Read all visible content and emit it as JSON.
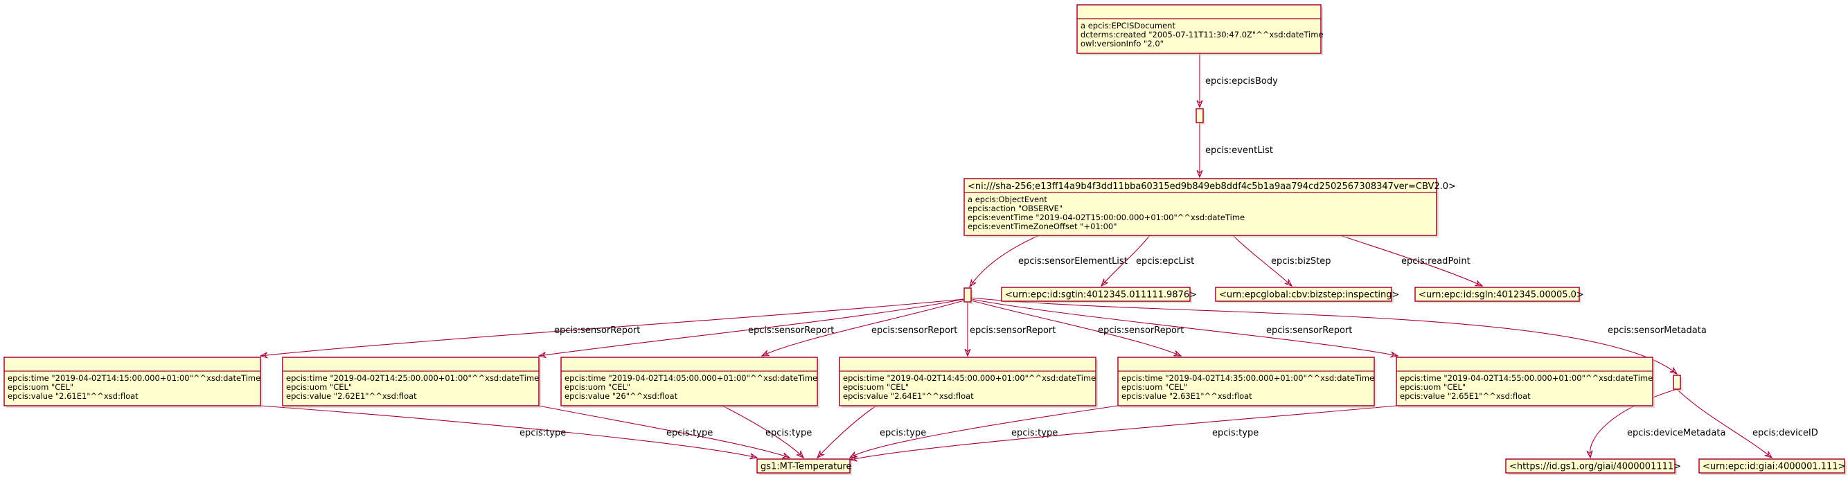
{
  "nodes": {
    "epcis_document": {
      "title": "",
      "props": [
        "a epcis:EPCISDocument",
        "dcterms:created \"2005-07-11T11:30:47.0Z\"^^xsd:dateTime",
        "owl:versionInfo \"2.0\""
      ]
    },
    "blank_body": {
      "title": "",
      "props": []
    },
    "object_event": {
      "title": "<ni:///sha-256;e13ff14a9b4f3dd11bba60315ed9b849eb8ddf4c5b1a9aa794cd2502567308347ver=CBV2.0>",
      "props": [
        "a epcis:ObjectEvent",
        "epcis:action \"OBSERVE\"",
        "epcis:eventTime \"2019-04-02T15:00:00.000+01:00\"^^xsd:dateTime",
        "epcis:eventTimeZoneOffset \"+01:00\""
      ]
    },
    "sensor_element": {
      "title": "",
      "props": []
    },
    "epc_sgtin": {
      "title": "<urn:epc:id:sgtin:4012345.011111.9876>",
      "props": []
    },
    "bizstep": {
      "title": "<urn:epcglobal:cbv:bizstep:inspecting>",
      "props": []
    },
    "readpoint": {
      "title": "<urn:epc:id:sgln:4012345.00005.0>",
      "props": []
    },
    "report_1": {
      "title": "",
      "props": [
        "epcis:time \"2019-04-02T14:15:00.000+01:00\"^^xsd:dateTime",
        "epcis:uom \"CEL\"",
        "epcis:value \"2.61E1\"^^xsd:float"
      ]
    },
    "report_2": {
      "title": "",
      "props": [
        "epcis:time \"2019-04-02T14:25:00.000+01:00\"^^xsd:dateTime",
        "epcis:uom \"CEL\"",
        "epcis:value \"2.62E1\"^^xsd:float"
      ]
    },
    "report_3": {
      "title": "",
      "props": [
        "epcis:time \"2019-04-02T14:05:00.000+01:00\"^^xsd:dateTime",
        "epcis:uom \"CEL\"",
        "epcis:value \"26\"^^xsd:float"
      ]
    },
    "report_4": {
      "title": "",
      "props": [
        "epcis:time \"2019-04-02T14:45:00.000+01:00\"^^xsd:dateTime",
        "epcis:uom \"CEL\"",
        "epcis:value \"2.64E1\"^^xsd:float"
      ]
    },
    "report_5": {
      "title": "",
      "props": [
        "epcis:time \"2019-04-02T14:35:00.000+01:00\"^^xsd:dateTime",
        "epcis:uom \"CEL\"",
        "epcis:value \"2.63E1\"^^xsd:float"
      ]
    },
    "report_6": {
      "title": "",
      "props": [
        "epcis:time \"2019-04-02T14:55:00.000+01:00\"^^xsd:dateTime",
        "epcis:uom \"CEL\"",
        "epcis:value \"2.65E1\"^^xsd:float"
      ]
    },
    "sensor_metadata": {
      "title": "",
      "props": []
    },
    "mt_temperature": {
      "title": "gs1:MT-Temperature",
      "props": []
    },
    "device_metadata": {
      "title": "<https://id.gs1.org/giai/4000001111>",
      "props": []
    },
    "device_id": {
      "title": "<urn:epc:id:giai:4000001.111>",
      "props": []
    }
  },
  "edges": [
    {
      "id": "e_body",
      "label": "epcis:epcisBody"
    },
    {
      "id": "e_eventlist",
      "label": "epcis:eventList"
    },
    {
      "id": "e_sensorlist",
      "label": "epcis:sensorElementList"
    },
    {
      "id": "e_epclist",
      "label": "epcis:epcList"
    },
    {
      "id": "e_bizstep",
      "label": "epcis:bizStep"
    },
    {
      "id": "e_readpoint",
      "label": "epcis:readPoint"
    },
    {
      "id": "e_sr1",
      "label": "epcis:sensorReport"
    },
    {
      "id": "e_sr2",
      "label": "epcis:sensorReport"
    },
    {
      "id": "e_sr3",
      "label": "epcis:sensorReport"
    },
    {
      "id": "e_sr4",
      "label": "epcis:sensorReport"
    },
    {
      "id": "e_sr5",
      "label": "epcis:sensorReport"
    },
    {
      "id": "e_sr6",
      "label": "epcis:sensorReport"
    },
    {
      "id": "e_meta",
      "label": "epcis:sensorMetadata"
    },
    {
      "id": "e_type1",
      "label": "epcis:type"
    },
    {
      "id": "e_type2",
      "label": "epcis:type"
    },
    {
      "id": "e_type3",
      "label": "epcis:type"
    },
    {
      "id": "e_type4",
      "label": "epcis:type"
    },
    {
      "id": "e_type5",
      "label": "epcis:type"
    },
    {
      "id": "e_type6",
      "label": "epcis:type"
    },
    {
      "id": "e_devmeta",
      "label": "epcis:deviceMetadata"
    },
    {
      "id": "e_devid",
      "label": "epcis:deviceID"
    }
  ]
}
